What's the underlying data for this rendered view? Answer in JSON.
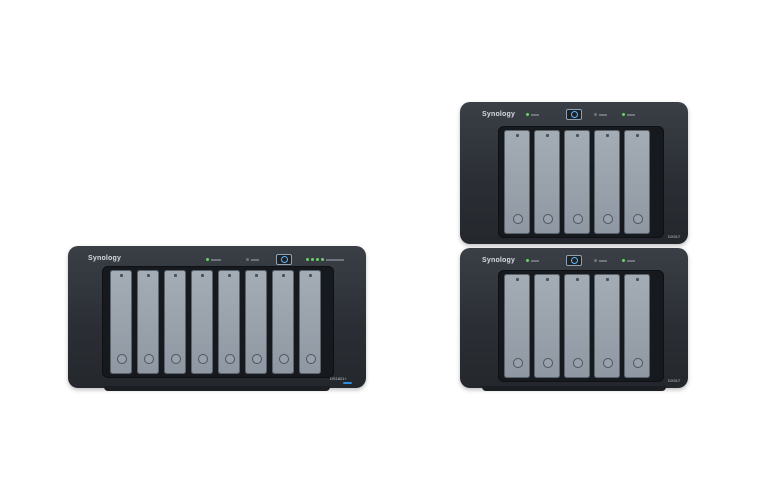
{
  "left_unit": {
    "brand": "Synology",
    "model": "DS1821+",
    "bay_count": 8
  },
  "top_unit": {
    "brand": "Synology",
    "model": "DX517",
    "bay_count": 5
  },
  "bottom_unit": {
    "brand": "Synology",
    "model": "DX517",
    "bay_count": 5
  }
}
